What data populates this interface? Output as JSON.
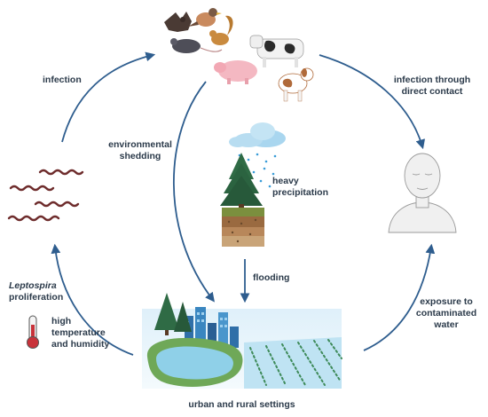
{
  "labels": {
    "infection": "infection",
    "direct_contact_1": "infection through",
    "direct_contact_2": "direct contact",
    "env_shedding_1": "environmental",
    "env_shedding_2": "shedding",
    "heavy_precip_1": "heavy",
    "heavy_precip_2": "precipitation",
    "leptospira": "Leptospira",
    "proliferation": "proliferation",
    "flooding": "flooding",
    "exposure_1": "exposure to",
    "exposure_2": "contaminated",
    "exposure_3": "water",
    "temp_1": "high",
    "temp_2": "temperature",
    "temp_3": "and humidity",
    "settings": "urban and rural settings"
  },
  "icons": [
    "bat-icon",
    "bird-icon",
    "rat-icon",
    "squirrel-icon",
    "cow-icon",
    "pig-icon",
    "dog-icon",
    "rain-cloud-icon",
    "tree-icon",
    "soil-layers-icon",
    "human-face-icon",
    "leptospira-bacteria-icon",
    "thermometer-icon",
    "city-lake-icon",
    "flooded-field-icon"
  ],
  "colors": {
    "arrow": "#2e5d8e",
    "text": "#2b3a4a",
    "bacteria": "#6e2c2c",
    "thermometer": "#c8323a",
    "water": "#8fd0e8",
    "tree": "#2f6b45",
    "soil": "#8a5a34"
  }
}
